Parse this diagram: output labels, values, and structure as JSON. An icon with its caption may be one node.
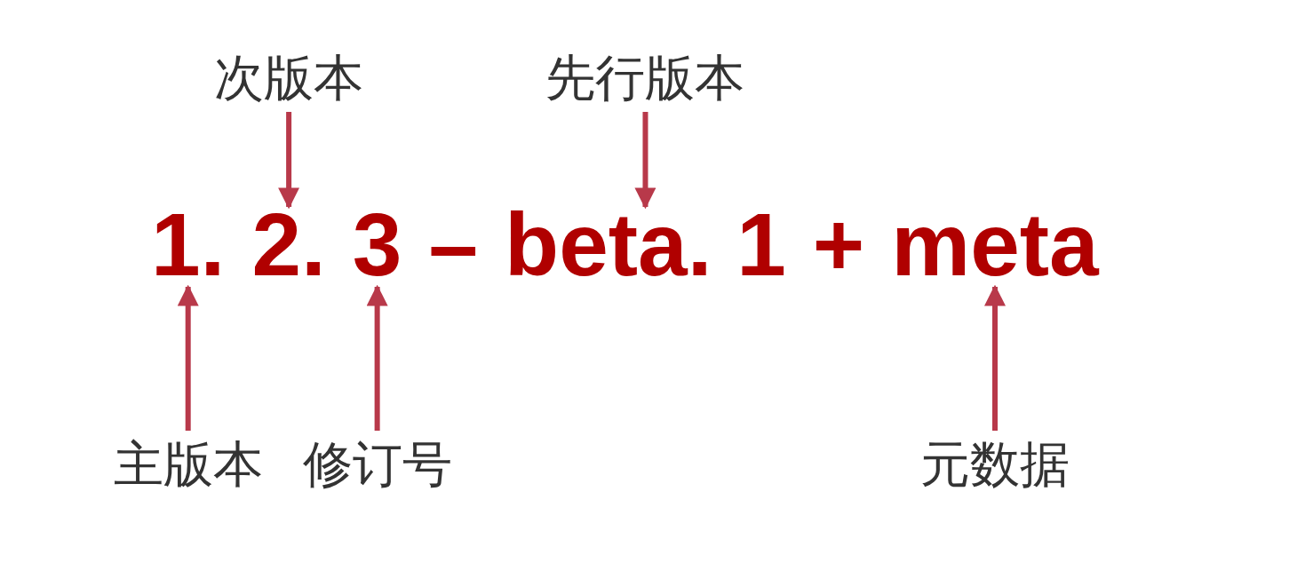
{
  "diagram": {
    "nodes": [
      {
        "text": [
          "次版本"
        ]
      },
      {
        "text": [
          "先行版本"
        ]
      },
      {
        "text": [
          "1."
        ]
      },
      {
        "text": [
          "2."
        ]
      },
      {
        "text": [
          "3"
        ]
      },
      {
        "text": [
          "beta. 1"
        ]
      },
      {
        "text": [
          "meta"
        ]
      },
      {
        "text": [
          "主版本"
        ]
      },
      {
        "text": [
          "修订号"
        ]
      },
      {
        "text": [
          "元数据"
        ]
      }
    ],
    "edges": [
      {
        "from": 0,
        "to": 3,
        "arrow": "to"
      },
      {
        "from": 1,
        "to": 5,
        "arrow": "to"
      },
      {
        "from": 7,
        "to": 2,
        "arrow": "to"
      },
      {
        "from": 8,
        "to": 4,
        "arrow": "to"
      },
      {
        "from": 9,
        "to": 6,
        "arrow": "to"
      }
    ],
    "labels": [
      "–",
      "+"
    ]
  }
}
